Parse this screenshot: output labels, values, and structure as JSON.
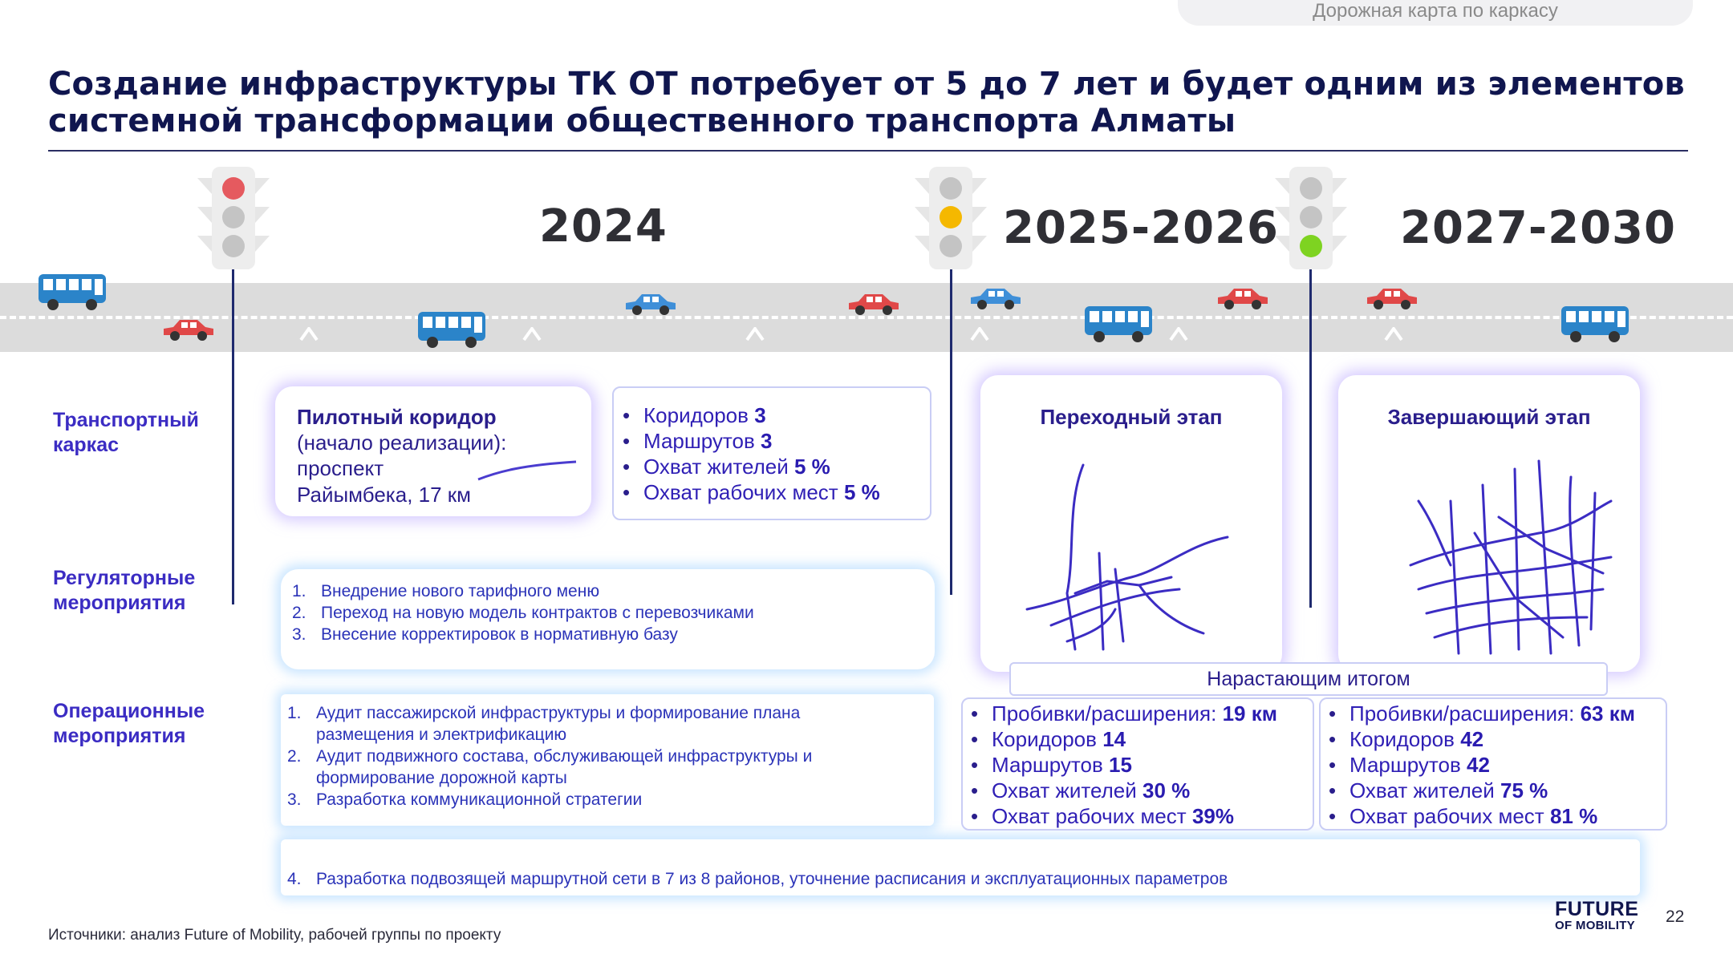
{
  "header_tab": "Дорожная карта по каркасу",
  "title_line1": "Создание инфраструктуры ТК ОТ потребует от 5 до 7 лет и будет одним из элементов",
  "title_line2": "системной трансформации общественного транспорта Алматы",
  "years": [
    "2024",
    "2025-2026",
    "2027-2030"
  ],
  "rows": {
    "transport": [
      "Транспортный",
      "каркас"
    ],
    "regulatory": [
      "Регуляторные",
      "мероприятия"
    ],
    "operational": [
      "Операционные",
      "мероприятия"
    ]
  },
  "pilot": {
    "title": "Пилотный коридор",
    "lines": [
      "(начало реализации):",
      "проспект",
      "Райымбека, 17 км"
    ]
  },
  "stats_2024": [
    {
      "label": "Коридоров ",
      "value": "3"
    },
    {
      "label": "Маршрутов ",
      "value": "3"
    },
    {
      "label": "Охват жителей ",
      "value": "5 %"
    },
    {
      "label": "Охват рабочих мест ",
      "value": "5 %"
    }
  ],
  "regulatory_items": [
    {
      "num": "1.",
      "text": "Внедрение нового тарифного меню"
    },
    {
      "num": "2.",
      "text": "Переход на новую модель контрактов с перевозчиками"
    },
    {
      "num": "3.",
      "text": "Внесение корректировок в нормативную базу"
    }
  ],
  "operational_items": [
    {
      "num": "1.",
      "text": "Аудит пассажирской инфраструктуры и формирование плана размещения и электрификацию"
    },
    {
      "num": "2.",
      "text": "Аудит подвижного состава, обслуживающей инфраструктуры и формирование дорожной карты"
    },
    {
      "num": "3.",
      "text": "Разработка коммуникационной стратегии"
    }
  ],
  "operational_item4": {
    "num": "4.",
    "text": "Разработка подвозящей маршрутной сети в 7 из 8 районов, уточнение расписания и эксплуатационных параметров"
  },
  "stages": {
    "transition": "Переходный этап",
    "final": "Завершающий этап"
  },
  "cumulative_label": "Нарастающим итогом",
  "stats_2025": [
    {
      "label": "Пробивки/расширения: ",
      "value": "19 км"
    },
    {
      "label": "Коридоров ",
      "value": "14"
    },
    {
      "label": "Маршрутов ",
      "value": "15"
    },
    {
      "label": "Охват жителей ",
      "value": "30 %"
    },
    {
      "label": "Охват рабочих мест ",
      "value": "39%"
    }
  ],
  "stats_2027": [
    {
      "label": "Пробивки/расширения: ",
      "value": "63 км"
    },
    {
      "label": "Коридоров ",
      "value": "42"
    },
    {
      "label": "Маршрутов ",
      "value": "42"
    },
    {
      "label": "Охват жителей ",
      "value": "75 %"
    },
    {
      "label": "Охват рабочих мест ",
      "value": "81 %"
    }
  ],
  "sources": "Источники: анализ Future of Mobility, рабочей группы по проекту",
  "logo": {
    "line1": "FUTURE",
    "line2": "OF MOBILITY"
  },
  "page_number": "22",
  "colors": {
    "title": "#10164f",
    "accent": "#3b2cc3",
    "light_red": "#e55a5f",
    "light_yellow": "#f5b800",
    "light_green": "#7ed321",
    "road": "#dcdcdc",
    "bus": "#2b84c9",
    "car_red": "#e04848",
    "car_blue": "#3f8fd8"
  }
}
